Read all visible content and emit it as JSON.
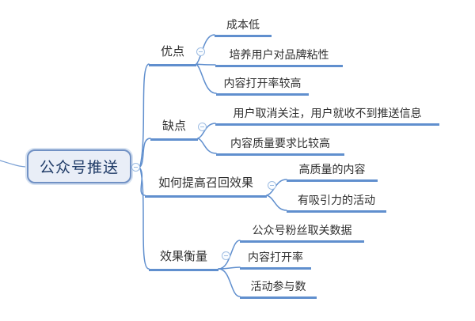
{
  "root": {
    "label": "公众号推送"
  },
  "branches": [
    {
      "label": "优点",
      "children": [
        "成本低",
        "培养用户对品牌粘性",
        "内容打开率较高"
      ]
    },
    {
      "label": "缺点",
      "children": [
        "用户取消关注，用户就收不到推送信息",
        "内容质量要求比较高"
      ]
    },
    {
      "label": "如何提高召回效果",
      "children": [
        "高质量的内容",
        "有吸引力的活动"
      ]
    },
    {
      "label": "效果衡量",
      "children": [
        "公众号粉丝取关数据",
        "内容打开率",
        "活动参与数"
      ]
    }
  ],
  "colors": {
    "connector_line": "#608fce",
    "root_fill": "#e9eef7",
    "root_border": "#7191c4",
    "root_text": "#1e3a66",
    "topic_text": "#2f2f2f",
    "collapse_icon_stroke": "#9dbce2",
    "background": "#ffffff"
  },
  "icons": {
    "collapse": "minus-circle"
  }
}
